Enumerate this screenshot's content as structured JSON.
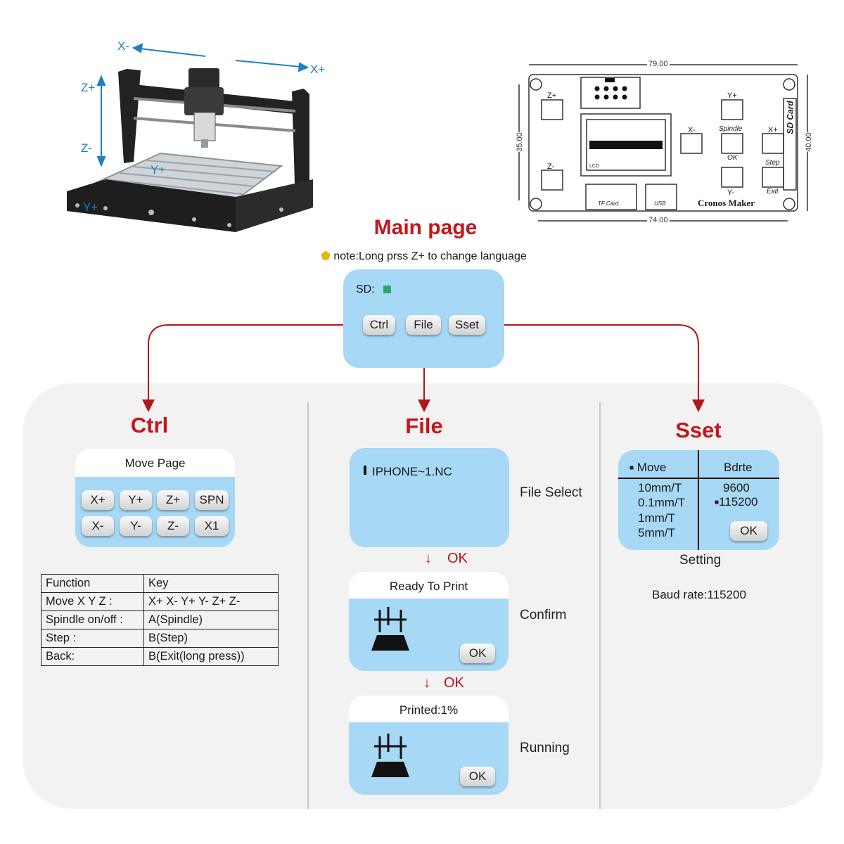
{
  "header": {
    "title": "Main page",
    "note": "note:Long prss Z+ to change language"
  },
  "machine": {
    "axis_labels": [
      "X-",
      "X+",
      "Z+",
      "Z-",
      "Y+",
      "Y+"
    ]
  },
  "board": {
    "dims": {
      "top": "79.00",
      "bottom": "74.00",
      "left": "35.00",
      "right": "40.00"
    },
    "keys": [
      "Z+",
      "Z-",
      "Y+",
      "X-",
      "X+",
      "Y-",
      "Spindle",
      "OK",
      "Step",
      "Exit"
    ],
    "labels": {
      "lcd": "LCD",
      "tf": "TF Card",
      "usb": "USB",
      "sd": "SD Card",
      "brand": "Cronos Maker"
    }
  },
  "main_lcd": {
    "sd_label": "SD:",
    "buttons": [
      "Ctrl",
      "File",
      "Sset"
    ],
    "colors": {
      "lcd": "#a7d8f5",
      "arrow": "#b3151b",
      "sd_indicator": "#2fa56e"
    }
  },
  "ctrl": {
    "title": "Ctrl",
    "lcd_title": "Move Page",
    "buttons_row1": [
      "X+",
      "Y+",
      "Z+",
      "SPN"
    ],
    "buttons_row2": [
      "X-",
      "Y-",
      "Z-",
      "X1"
    ],
    "table": {
      "headers": [
        "Function",
        "Key"
      ],
      "rows": [
        [
          "Move X Y Z :",
          "X+ X- Y+ Y- Z+ Z-"
        ],
        [
          "Spindle on/off :",
          "A(Spindle)"
        ],
        [
          "Step :",
          "B(Step)"
        ],
        [
          "Back:",
          "B(Exit(long press))"
        ]
      ]
    }
  },
  "file": {
    "title": "File",
    "select_file": "IPHONE~1.NC",
    "select_label": "File Select",
    "ok_arrow_label": "OK",
    "confirm_head": "Ready To Print",
    "confirm_label": "Confirm",
    "running_head": "Printed:1%",
    "running_label": "Running",
    "ok_button": "OK"
  },
  "sset": {
    "title": "Sset",
    "col1_head": "Move",
    "col2_head": "Bdrte",
    "move_options": [
      "10mm/T",
      "0.1mm/T",
      "1mm/T",
      "5mm/T"
    ],
    "baud_options": [
      "9600",
      "115200"
    ],
    "ok_button": "OK",
    "setting_label": "Setting",
    "baud_note": "Baud rate:115200"
  }
}
